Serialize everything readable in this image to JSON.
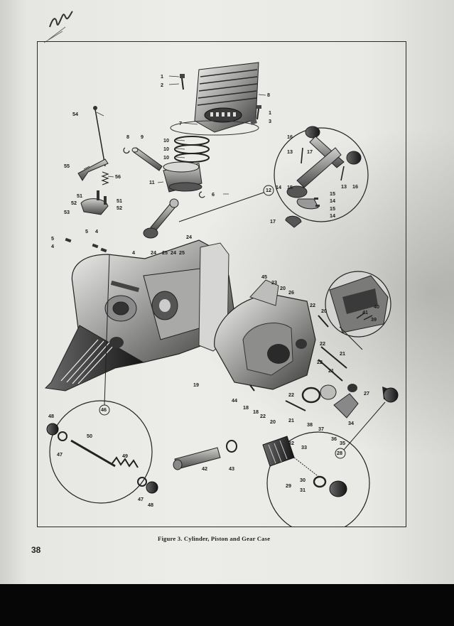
{
  "figure": {
    "caption": "Figure 3. Cylinder, Piston and Gear Case",
    "page_number": "38"
  },
  "callouts": {
    "c1": "1",
    "c2": "2",
    "c8": "8",
    "c1b": "1",
    "c3": "3",
    "c7": "7",
    "c54": "54",
    "c8b": "8",
    "c9": "9",
    "c10a": "10",
    "c10b": "10",
    "c10c": "10",
    "c55": "55",
    "c56": "56",
    "c11": "11",
    "c6": "6",
    "c51a": "51",
    "c52a": "52",
    "c51b": "51",
    "c52b": "52",
    "c53": "53",
    "c5a": "5",
    "c4a": "4",
    "c5b": "5",
    "c4b": "4",
    "c4c": "4",
    "c24a": "24",
    "c25a": "25",
    "c24b": "24",
    "c25b": "25",
    "c24c": "24",
    "c16a": "16",
    "c17a": "17",
    "c13a": "13",
    "c13b": "13",
    "c16b": "16",
    "c12": "12",
    "c14a": "14",
    "c15a": "15",
    "c15b": "15",
    "c14b": "14",
    "c15c": "15",
    "c14c": "14",
    "c17b": "17",
    "c45": "45",
    "c23": "23",
    "c20a": "20",
    "c26": "26",
    "c22a": "22",
    "c20b": "20",
    "c41": "41",
    "c40": "40",
    "c39": "39",
    "c22b": "22",
    "c21a": "21",
    "c22c": "22",
    "c21b": "21",
    "c27": "27",
    "c19": "19",
    "c44": "44",
    "c18a": "18",
    "c18b": "18",
    "c22d": "22",
    "c22e": "22",
    "c20c": "20",
    "c21c": "21",
    "c38": "38",
    "c37": "37",
    "c36": "36",
    "c35": "35",
    "c34": "34",
    "c28": "28",
    "c46": "46",
    "c48a": "48",
    "c47a": "47",
    "c50": "50",
    "c49": "49",
    "c47b": "47",
    "c48b": "48",
    "c42": "42",
    "c43": "43",
    "c32": "32",
    "c33": "33",
    "c29": "29",
    "c30": "30",
    "c31": "31"
  }
}
